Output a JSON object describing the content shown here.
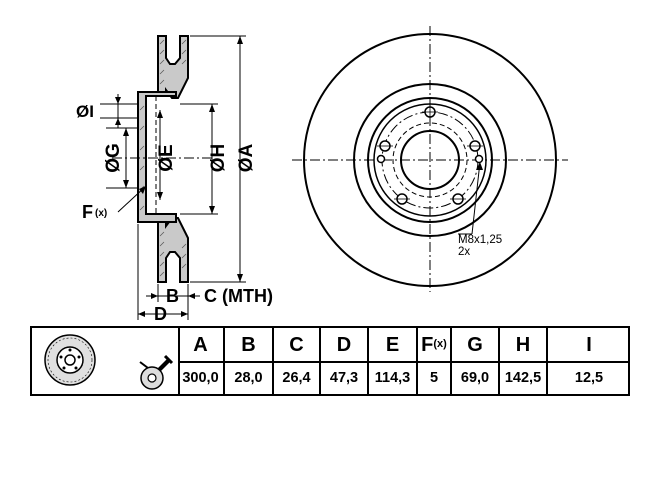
{
  "drawing": {
    "dimension_labels": {
      "A": "ØA",
      "E": "ØE",
      "G": "ØG",
      "H": "ØH",
      "I": "ØI",
      "F": "F",
      "F_suffix": "(x)",
      "B": "B",
      "C": "C (MTH)",
      "D": "D"
    },
    "thread_note": "M8x1,25",
    "thread_count": "2x"
  },
  "table": {
    "headers": [
      {
        "label": "A",
        "suffix": ""
      },
      {
        "label": "B",
        "suffix": ""
      },
      {
        "label": "C",
        "suffix": ""
      },
      {
        "label": "D",
        "suffix": ""
      },
      {
        "label": "E",
        "suffix": ""
      },
      {
        "label": "F",
        "suffix": "(x)"
      },
      {
        "label": "G",
        "suffix": ""
      },
      {
        "label": "H",
        "suffix": ""
      },
      {
        "label": "I",
        "suffix": ""
      }
    ],
    "values": [
      "300,0",
      "28,0",
      "26,4",
      "47,3",
      "114,3",
      "5",
      "69,0",
      "142,5",
      "12,5"
    ]
  }
}
